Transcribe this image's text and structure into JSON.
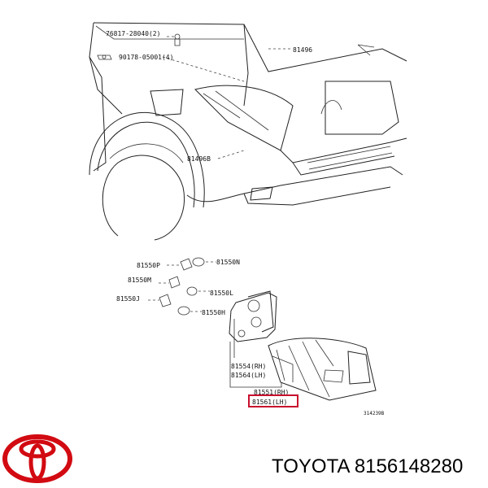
{
  "diagram": {
    "callouts": {
      "bolt_top": "76817-28040(2)",
      "clip_top": "90178-05001(4)",
      "garnish": "81496",
      "garnish_b": "81496B",
      "socket_p": "81550P",
      "socket_n1": "81550N",
      "socket_m": "81550M",
      "socket_l": "81550L",
      "socket_j": "81550J",
      "socket_h": "81550H",
      "gasket_rh": "81554(RH)",
      "gasket_lh": "81564(LH)",
      "lamp_rh": "81551(RH)",
      "lamp_lh": "81561(LH)",
      "ref_code": "314239B"
    },
    "highlight_color": "#c8102e"
  },
  "brand": {
    "name": "TOYOTA",
    "part_number": "8156148280",
    "logo_color": "#d20a11"
  }
}
